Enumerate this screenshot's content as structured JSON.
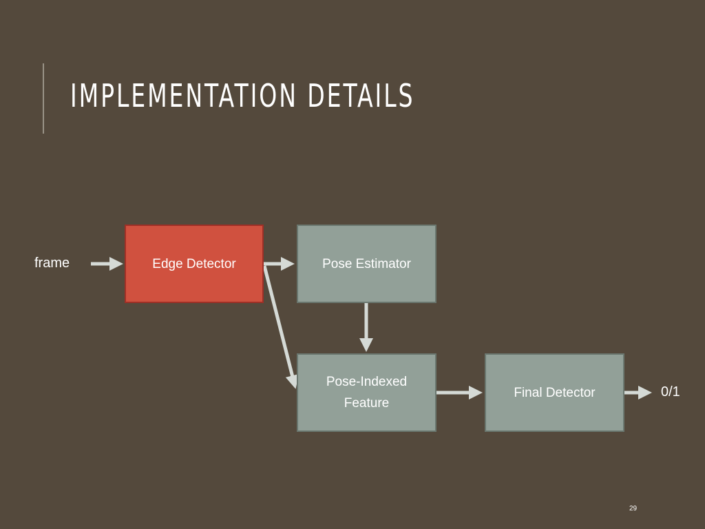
{
  "slide": {
    "title": "IMPLEMENTATION DETAILS",
    "page_number": "29"
  },
  "diagram": {
    "input_label": "frame",
    "output_label": "0/1",
    "nodes": {
      "edge_detector": "Edge Detector",
      "pose_estimator": "Pose Estimator",
      "pose_indexed_line1": "Pose-Indexed",
      "pose_indexed_line2": "Feature",
      "final_detector": "Final Detector"
    }
  },
  "colors": {
    "background": "#54493c",
    "highlight_box": "#d0513f",
    "box": "#92a098",
    "arrow": "#d5dad6"
  }
}
